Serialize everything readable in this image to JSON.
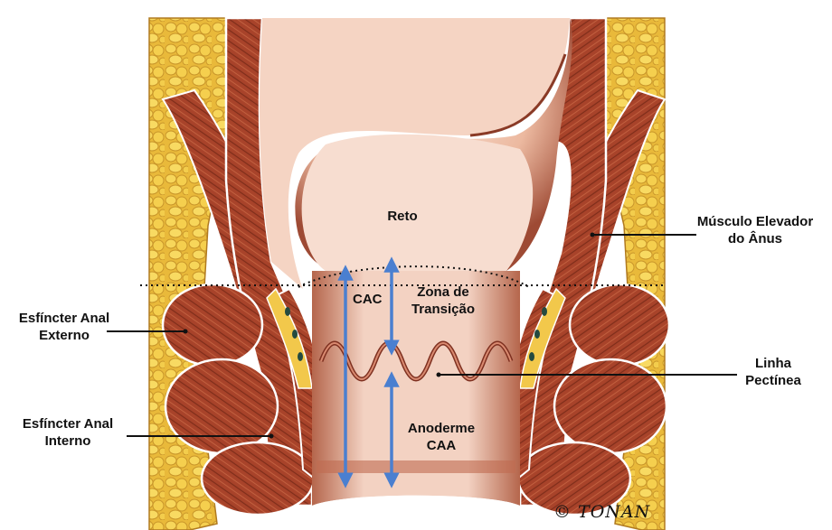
{
  "labels": {
    "reto": "Reto",
    "cac": "CAC",
    "zona_de_transicao": [
      "Zona de",
      "Transição"
    ],
    "anoderme": "Anoderme",
    "caa": "CAA",
    "musculo_elevador": [
      "Músculo Elevador",
      "do Ânus"
    ],
    "esfincter_externo": [
      "Esfíncter Anal",
      "Externo"
    ],
    "esfincter_interno": [
      "Esfíncter Anal",
      "Interno"
    ],
    "linha_pectinea": [
      "Linha",
      "Pectínea"
    ]
  },
  "signature": "© TONAN",
  "colors": {
    "fat": "#f2c84b",
    "muscle": "#a8432a",
    "lumen": "#f5d3c0",
    "arrow": "#4a7fd0",
    "leader": "#111111"
  }
}
